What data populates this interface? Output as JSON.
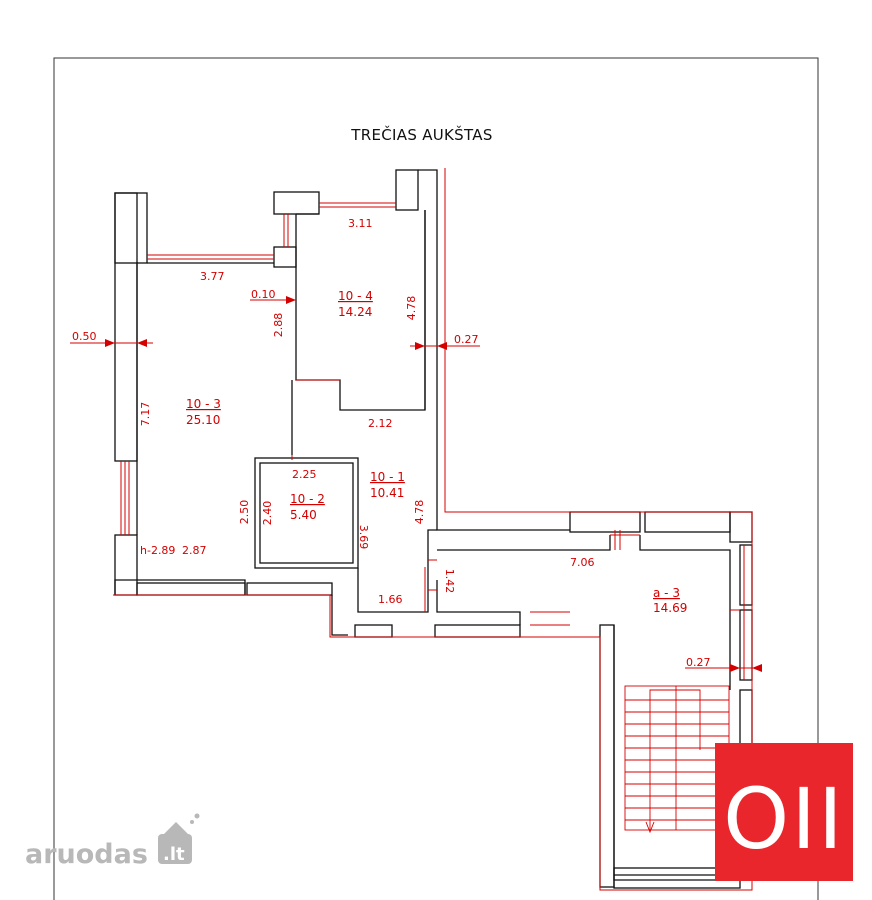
{
  "title": "TREČIAS AUKŠTAS",
  "watermark": {
    "brand": "aruodas",
    "tld": ".lt"
  },
  "badge": {
    "text": "OII",
    "color": "#e8262b"
  },
  "colors": {
    "wall": "#111111",
    "dim": "#d40000",
    "frame": "#333333"
  },
  "rooms": [
    {
      "id": "10 - 4",
      "area": "14.24"
    },
    {
      "id": "10 - 3",
      "area": "25.10"
    },
    {
      "id": "10 - 1",
      "area": "10.41"
    },
    {
      "id": "10 - 2",
      "area": "5.40"
    },
    {
      "id": "a - 3",
      "area": "14.69"
    }
  ],
  "dims": {
    "d311": "3.11",
    "d377": "3.77",
    "d010": "0.10",
    "d288": "2.88",
    "d478a": "4.78",
    "d050": "0.50",
    "d027a": "0.27",
    "d717": "7.17",
    "d212": "2.12",
    "d225": "2.25",
    "d250": "2.50",
    "d240": "2.40",
    "d369": "3.69",
    "d478b": "4.78",
    "h289": "h-2.89",
    "d287": "2.87",
    "d166": "1.66",
    "d142": "1.42",
    "d706": "7.06",
    "d027b": "0.27"
  }
}
